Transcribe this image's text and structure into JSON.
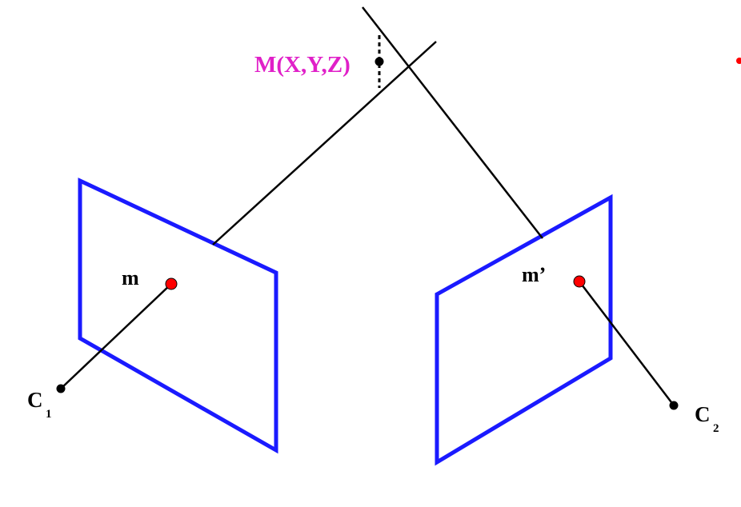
{
  "labels": {
    "point_3d": "M(X,Y,Z)",
    "image_point_left": "m",
    "image_point_right": "m’",
    "camera_left": "C",
    "camera_left_sub": "1",
    "camera_right": "C",
    "camera_right_sub": "2"
  },
  "colors": {
    "image_plane": "#1a1aff",
    "image_point": "#ff0000",
    "ray": "#000000",
    "point_3d_label": "#e020c8",
    "text": "#000000"
  }
}
